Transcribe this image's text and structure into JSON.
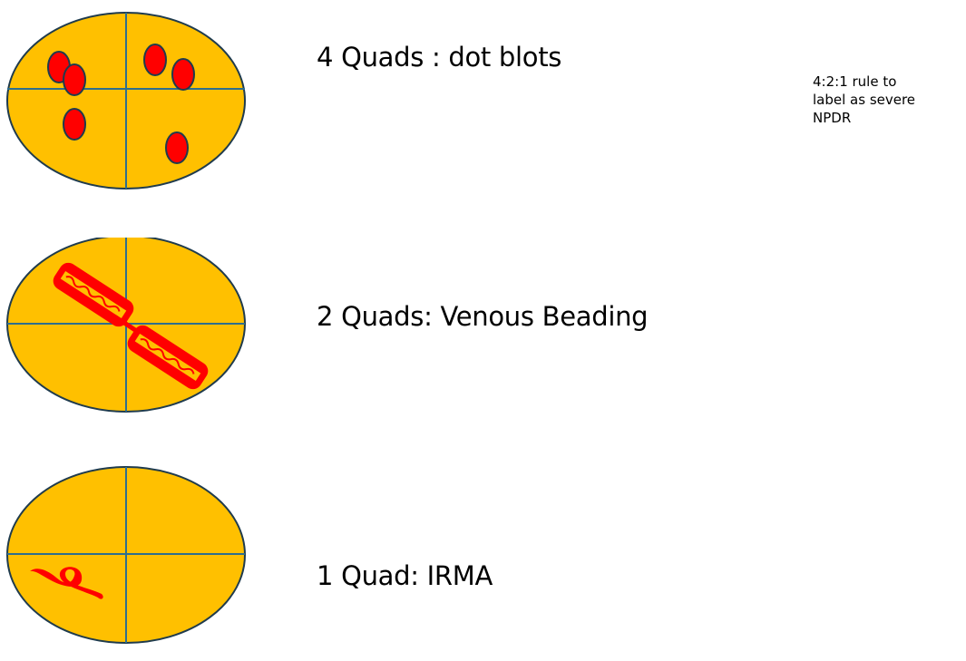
{
  "colors": {
    "fundus_fill": "#FFC000",
    "outline": "#1F3B4D",
    "quadrant_line": "#2E6E8E",
    "lesion": "#FF0000",
    "lesion_accent": "#FFC000"
  },
  "panels": [
    {
      "label": "4 Quads : dot blots",
      "lesion": "dot-blot"
    },
    {
      "label": "2 Quads: Venous Beading",
      "lesion": "venous-beading"
    },
    {
      "label": "1 Quad: IRMA",
      "lesion": "irma"
    }
  ],
  "note": {
    "lines": [
      "4:2:1 rule to",
      "label as severe",
      "NPDR"
    ]
  }
}
